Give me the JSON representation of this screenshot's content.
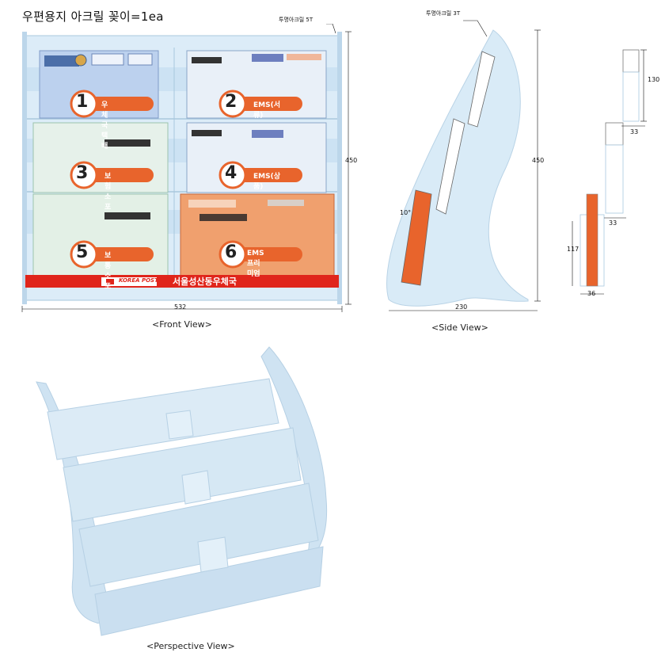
{
  "title": "우편용지 아크릴 꽂이=1ea",
  "front_view": {
    "caption": "<Front View>",
    "material_note": "투명아크릴 5T",
    "width_dim": "532",
    "height_dim": "450",
    "slots": [
      {
        "number": "1",
        "label": "우체국택배"
      },
      {
        "number": "2",
        "label": "EMS(서류)"
      },
      {
        "number": "3",
        "label": "보험소포"
      },
      {
        "number": "4",
        "label": "EMS(상품)"
      },
      {
        "number": "5",
        "label": "보통소포"
      },
      {
        "number": "6",
        "label": "EMS프리미엄"
      }
    ],
    "brand_logo": "KOREA POST",
    "office_name": "서울성산동우체국",
    "colors": {
      "acrylic": "#d6eaf8",
      "orange": "#e8642c",
      "banner": "#e0251b"
    }
  },
  "side_view": {
    "caption": "<Side View>",
    "material_note": "투명아크릴 3T",
    "width_dim": "230",
    "height_dim": "450",
    "angle_dim": "10°"
  },
  "detail_view": {
    "dim_top": "130",
    "dim_mid": "33",
    "dim_low": "33",
    "dim_height": "117",
    "dim_width": "36"
  },
  "perspective_view": {
    "caption": "<Perspective View>"
  }
}
